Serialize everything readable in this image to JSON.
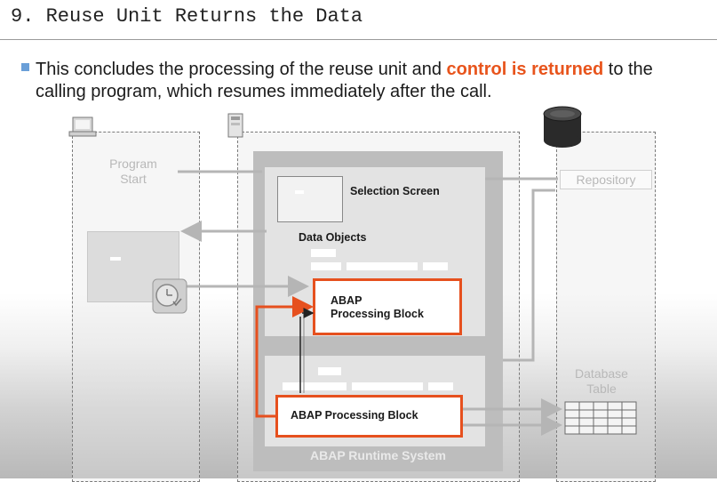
{
  "slide": {
    "title": "9. Reuse Unit Returns the Data",
    "bullet": {
      "line1_before": "This concludes the processing of the reuse unit and ",
      "line1_highlight": "control is returned",
      "line1_after": " to the",
      "line2": "calling program, which resumes immediately after the call."
    }
  },
  "diagram": {
    "program_start": "Program\nStart",
    "repository": "Repository",
    "selection_screen": "Selection Screen",
    "data_objects": "Data Objects",
    "processing_block_top": "ABAP\nProcessing Block",
    "processing_block_bottom": "ABAP Processing Block",
    "database_table": "Database\nTable",
    "runtime_system": "ABAP Runtime System"
  },
  "colors": {
    "highlight": "#e8541c",
    "orange_border": "#e6501e",
    "bullet": "#6a9fd8"
  },
  "icons": [
    "computer-icon",
    "server-icon",
    "database-icon",
    "clock-icon",
    "table-grid-icon"
  ]
}
